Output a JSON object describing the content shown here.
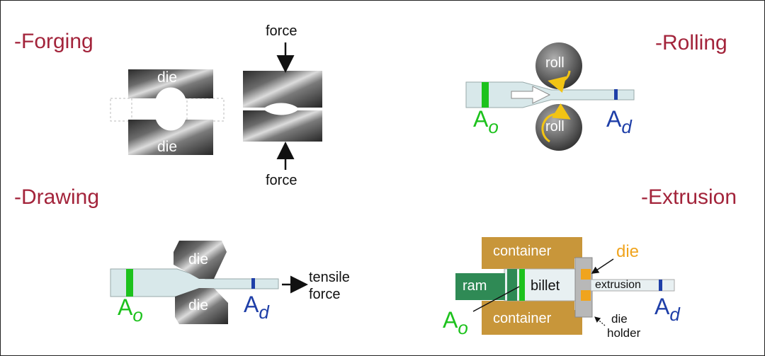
{
  "colors": {
    "title": "#a3243b",
    "green": "#1dc21d",
    "blue": "#1f3fa8",
    "orange": "#f0a41e",
    "container": "#c8963a",
    "ram": "#2f8a55",
    "workpiece": "#d8e8ea"
  },
  "forging": {
    "title": "-Forging",
    "die_top": "die",
    "die_bottom": "die",
    "force_top": "force",
    "force_bottom": "force"
  },
  "rolling": {
    "title": "-Rolling",
    "roll_top": "roll",
    "roll_bottom": "roll",
    "area_in": "A",
    "area_in_sub": "o",
    "area_out": "A",
    "area_out_sub": "d"
  },
  "drawing": {
    "title": "-Drawing",
    "die_top": "die",
    "die_bottom": "die",
    "tensile_line1": "tensile",
    "tensile_line2": "force",
    "area_in": "A",
    "area_in_sub": "o",
    "area_out": "A",
    "area_out_sub": "d"
  },
  "extrusion": {
    "title": "-Extrusion",
    "container_top": "container",
    "container_bottom": "container",
    "ram": "ram",
    "billet": "billet",
    "extrusion": "extrusion",
    "die": "die",
    "die_holder_line1": "die",
    "die_holder_line2": "holder",
    "area_in": "A",
    "area_in_sub": "o",
    "area_out": "A",
    "area_out_sub": "d"
  }
}
